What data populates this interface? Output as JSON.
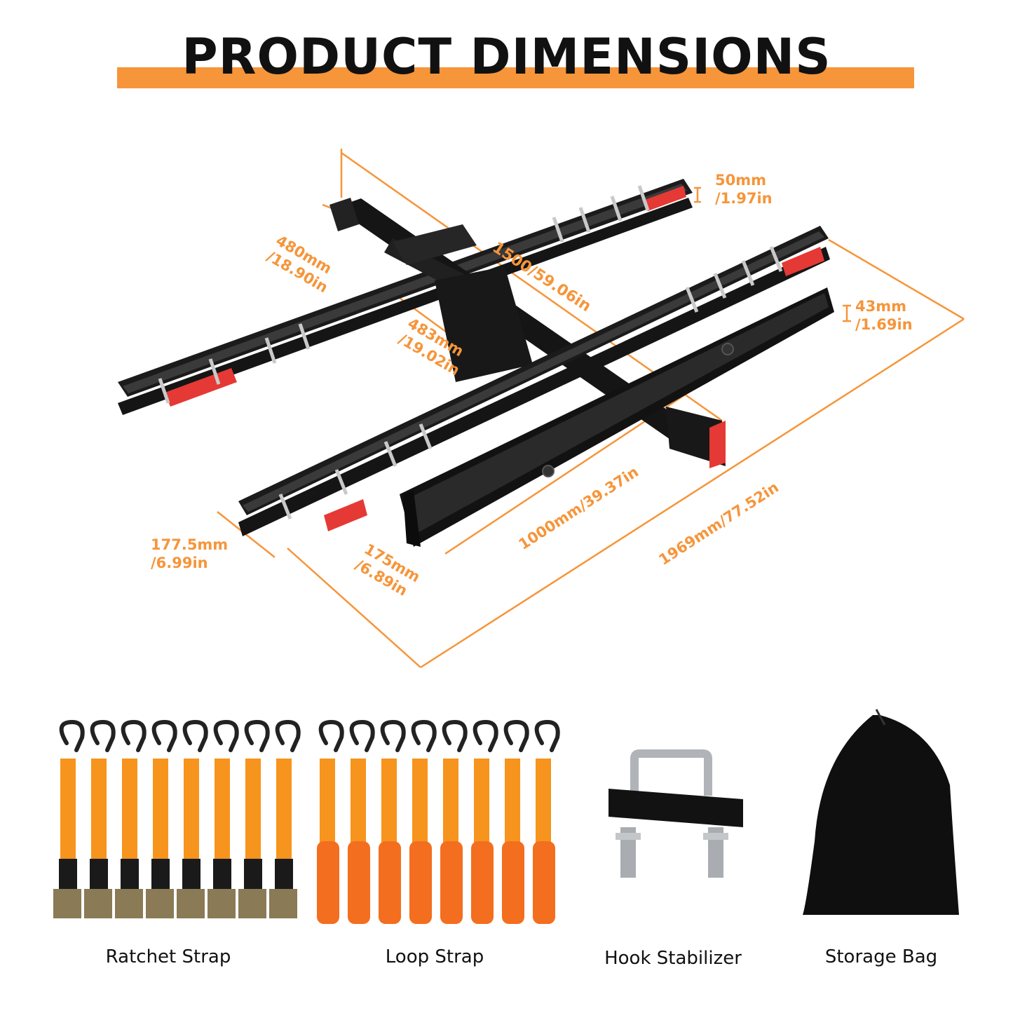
{
  "title": "PRODUCT DIMENSIONS",
  "colors": {
    "accent": "#F6953A",
    "frame": "#111111",
    "strap": "#F7941D",
    "loop": "#F36E1F"
  },
  "dimensions": {
    "riser_height": {
      "mm": "50mm",
      "in": "/1.97in"
    },
    "tray_height": {
      "mm": "43mm",
      "in": "/1.69in"
    },
    "arm_length": {
      "mm": "480mm",
      "in": "/18.90in"
    },
    "ramp_span": "1500/59.06in",
    "center_arm": {
      "mm": "483mm",
      "in": "/19.02in"
    },
    "tray_length": "1000mm/39.37in",
    "overall_length": "1969mm/77.52in",
    "end_width": {
      "mm": "177.5mm",
      "in": "/6.99in"
    },
    "tray_width": {
      "mm": "175mm",
      "in": "/6.89in"
    }
  },
  "accessories": [
    {
      "label": "Ratchet Strap",
      "icon": "ratchet-strap-icon"
    },
    {
      "label": "Loop Strap",
      "icon": "loop-strap-icon"
    },
    {
      "label": "Hook Stabilizer",
      "icon": "hook-stabilizer-icon"
    },
    {
      "label": "Storage Bag",
      "icon": "storage-bag-icon"
    }
  ]
}
